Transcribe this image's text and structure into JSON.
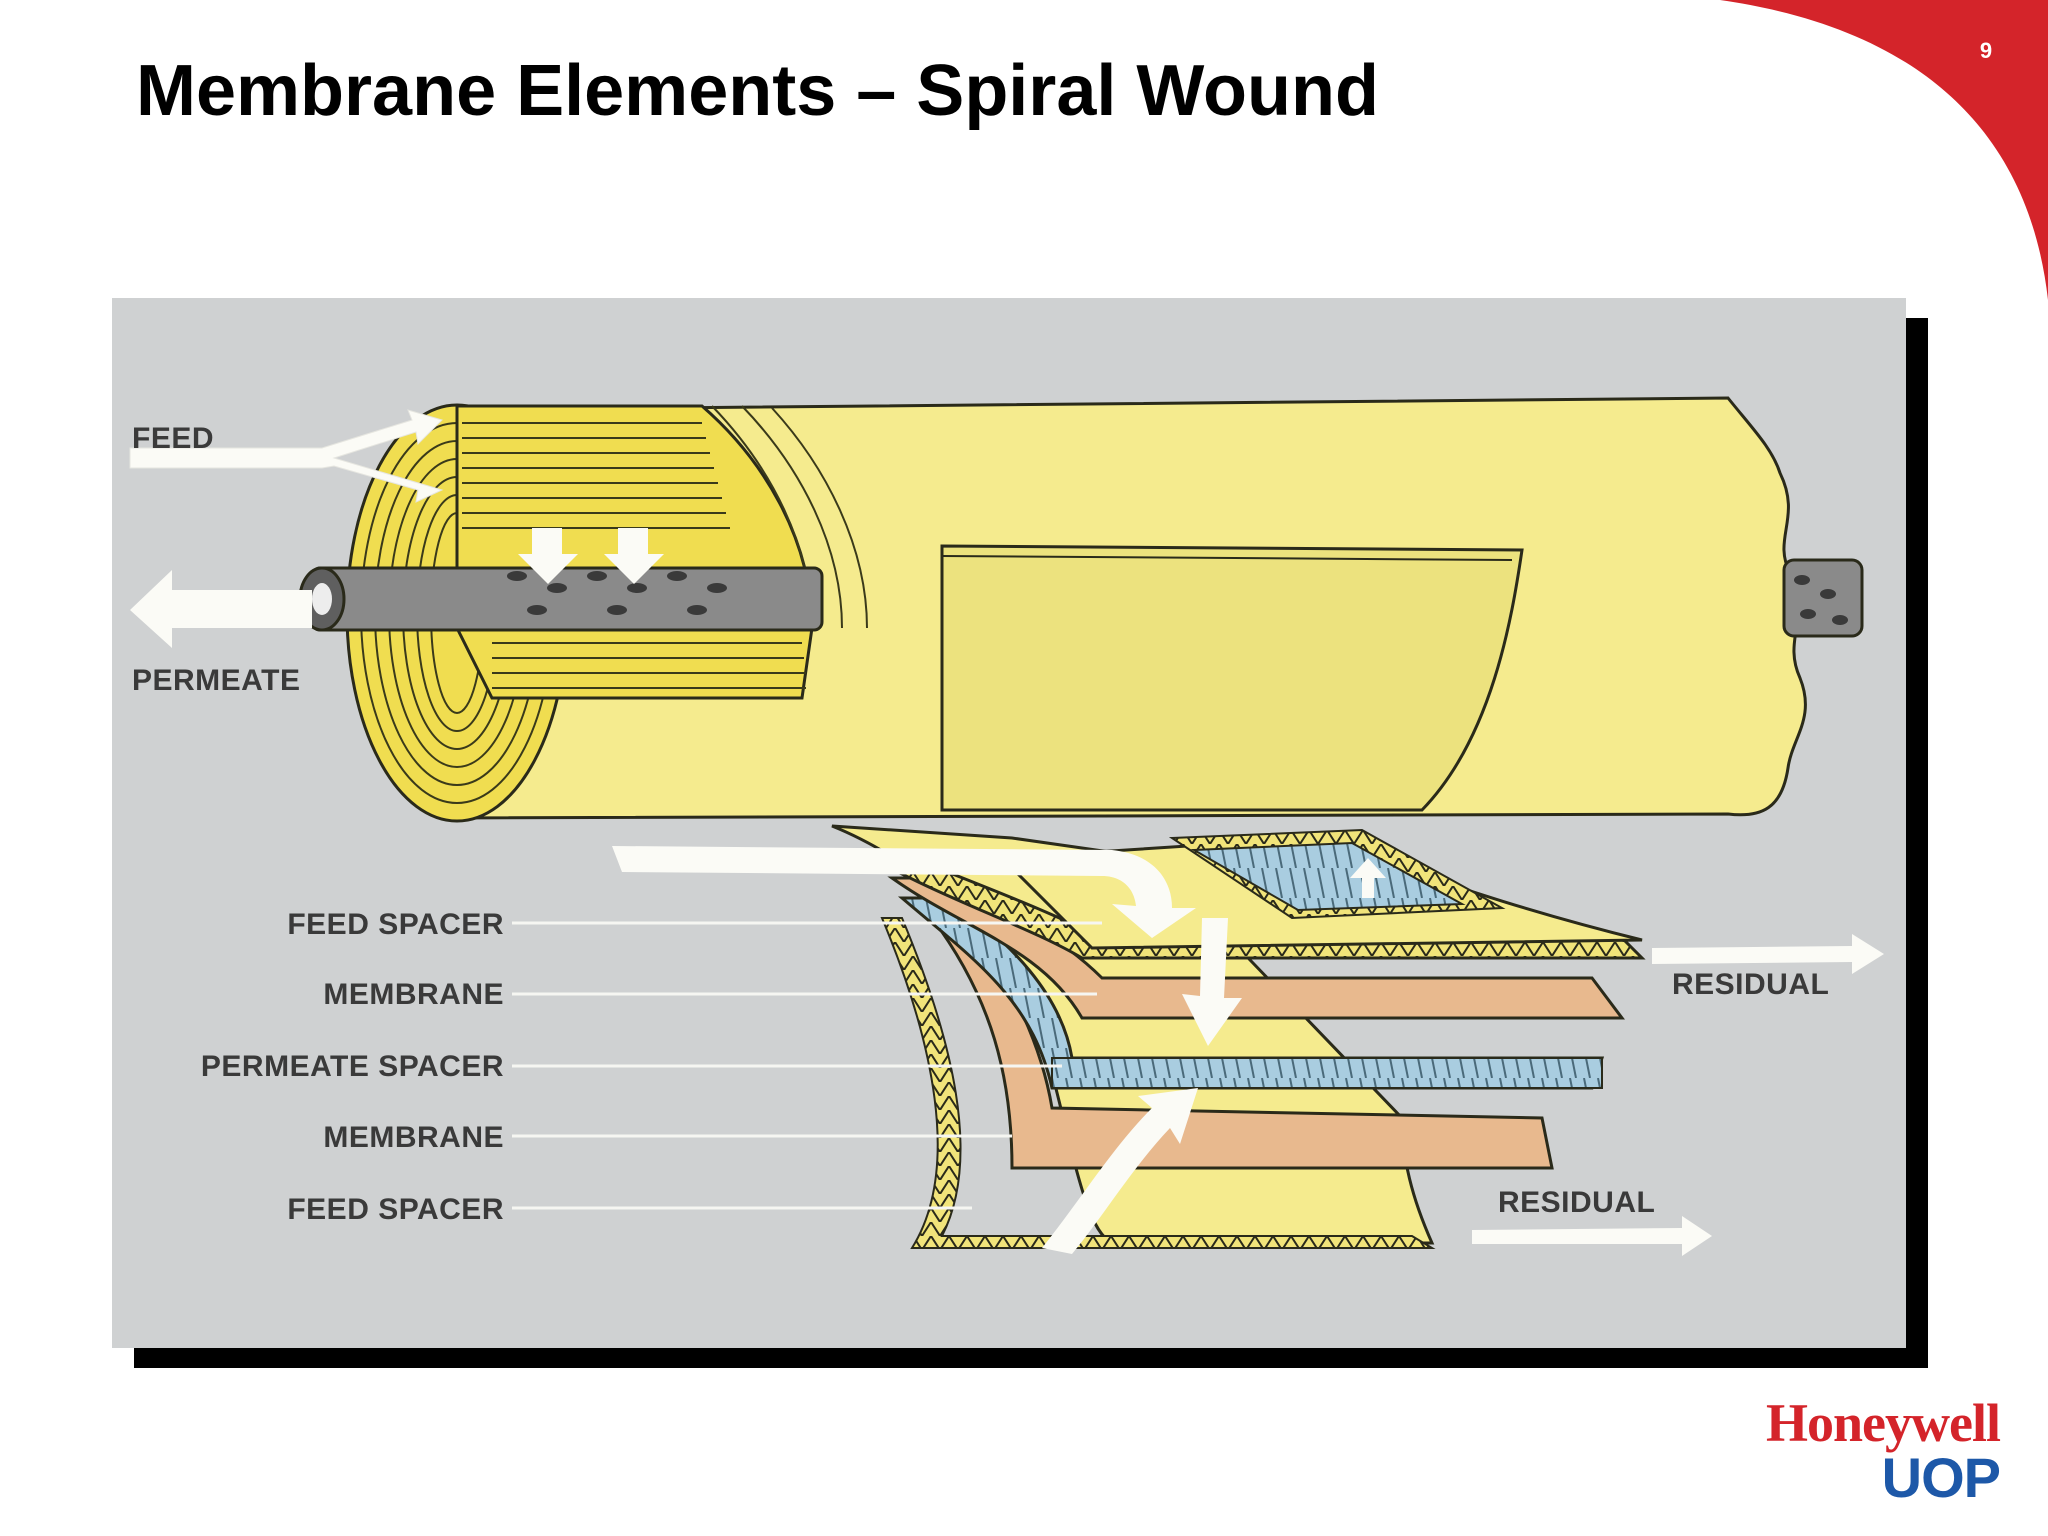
{
  "slide": {
    "title": "Membrane Elements – Spiral Wound",
    "page_number": "9"
  },
  "diagram": {
    "labels": {
      "feed": "FEED",
      "permeate": "PERMEATE",
      "feed_spacer_top": "FEED SPACER",
      "membrane_top": "MEMBRANE",
      "permeate_spacer": "PERMEATE SPACER",
      "membrane_bottom": "MEMBRANE",
      "feed_spacer_bottom": "FEED SPACER",
      "residual_top": "RESIDUAL",
      "residual_bottom": "RESIDUAL"
    }
  },
  "logo": {
    "brand": "Honeywell",
    "sub": "UOP"
  },
  "colors": {
    "accent_red": "#d4242a",
    "membrane_yellow": "#f5eb8e",
    "membrane_peach": "#e8b98e",
    "permeate_blue": "#a9cde0",
    "background_gray": "#cfd1d2"
  }
}
